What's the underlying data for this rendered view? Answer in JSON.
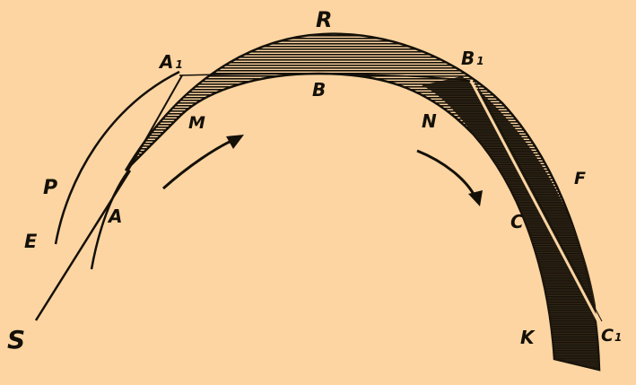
{
  "colors": {
    "background": "#fdd5a2",
    "ink": "#141008"
  },
  "labels": {
    "R": "R",
    "A1_letter": "A",
    "A1_sub": "1",
    "B1_letter": "B",
    "B1_sub": "1",
    "B": "B",
    "M": "M",
    "N": "N",
    "P": "P",
    "E": "E",
    "A": "A",
    "F": "F",
    "C": "C",
    "S": "S",
    "K": "K",
    "C1_letter": "C",
    "C1_sub": "1"
  }
}
